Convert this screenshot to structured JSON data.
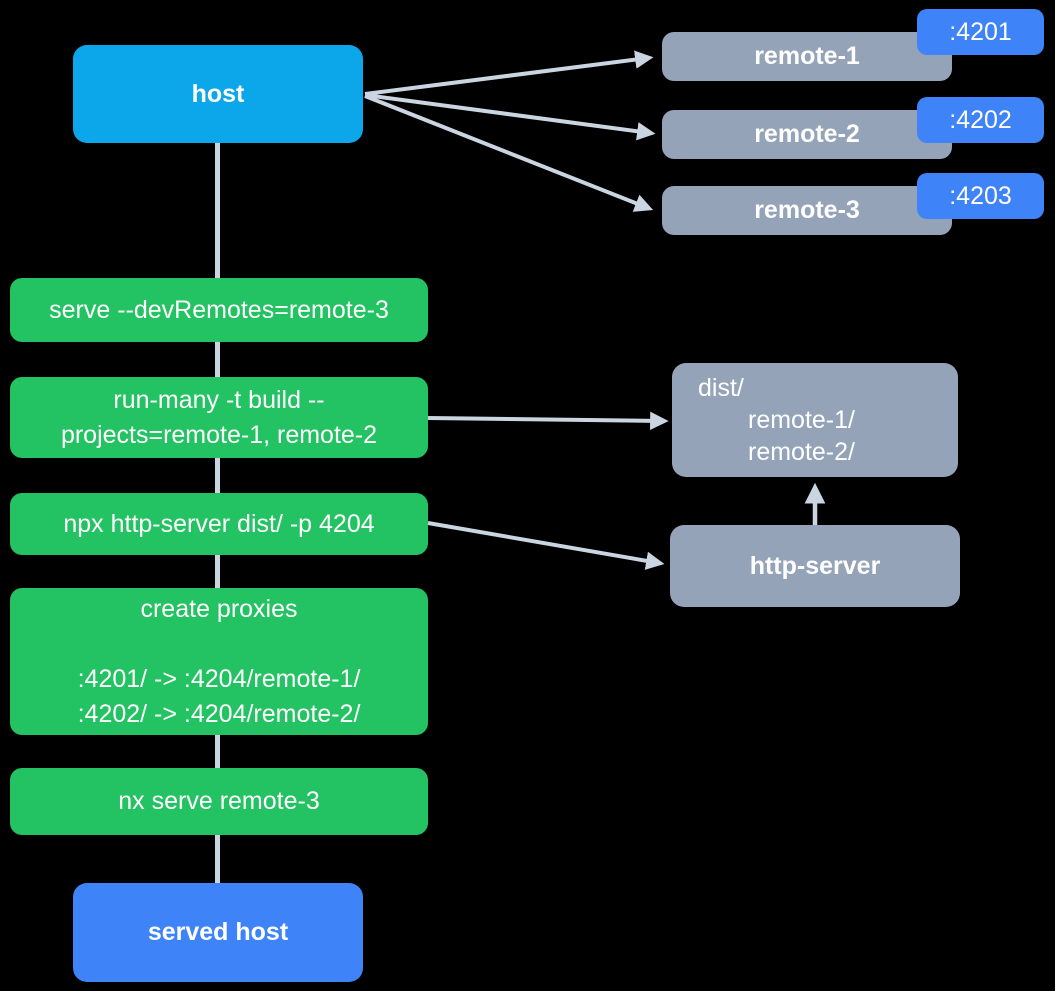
{
  "diagram": {
    "background": "#000000",
    "palette": {
      "host_box": "#0ca7ea",
      "remote_box": "#95a3b8",
      "port_badge": "#3f83f8",
      "command_box": "#23c262",
      "served_host_box": "#3f83f8",
      "connector_line": "#cbd5e1",
      "text": "#ffffff"
    },
    "nodes": {
      "host": {
        "label": "host"
      },
      "remotes": [
        {
          "label": "remote-1",
          "port": ":4201"
        },
        {
          "label": "remote-2",
          "port": ":4202"
        },
        {
          "label": "remote-3",
          "port": ":4203"
        }
      ],
      "commands": [
        {
          "lines": [
            "serve --devRemotes=remote-3"
          ]
        },
        {
          "lines": [
            "run-many -t build --",
            "projects=remote-1, remote-2"
          ]
        },
        {
          "lines": [
            "npx http-server dist/ -p 4204"
          ]
        },
        {
          "lines": [
            "create proxies",
            "",
            ":4201/ -> :4204/remote-1/",
            ":4202/ -> :4204/remote-2/"
          ]
        },
        {
          "lines": [
            "nx serve remote-3"
          ]
        }
      ],
      "dist": {
        "lines": [
          "dist/",
          "remote-1/",
          "remote-2/"
        ]
      },
      "http_server": {
        "label": "http-server"
      },
      "served_host": {
        "label": "served host"
      }
    }
  }
}
